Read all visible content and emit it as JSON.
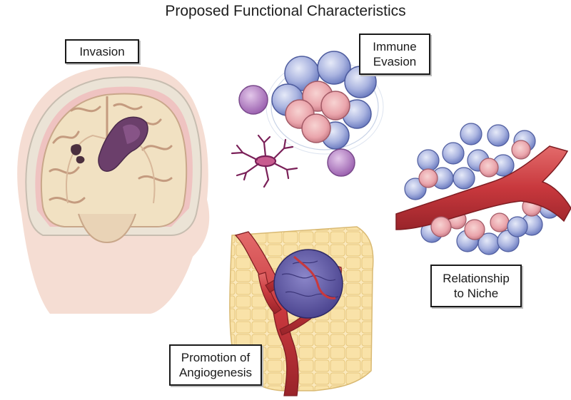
{
  "title": "Proposed Functional Characteristics",
  "labels": {
    "invasion": "Invasion",
    "immune_evasion": [
      "Immune",
      "Evasion"
    ],
    "relationship_to_niche": [
      "Relationship",
      "to Niche"
    ],
    "promotion_of_angiogenesis": [
      "Promotion of",
      "Angiogenesis"
    ]
  },
  "colors": {
    "tumor_purple": "#6b3f6b",
    "vessel_red": "#c8383d",
    "immune_blue": "#9aa6d8",
    "tumor_pink": "#e8a6ad",
    "brain_tan": "#f1e1c2",
    "macrophage_lilac": "#b27cc2"
  }
}
